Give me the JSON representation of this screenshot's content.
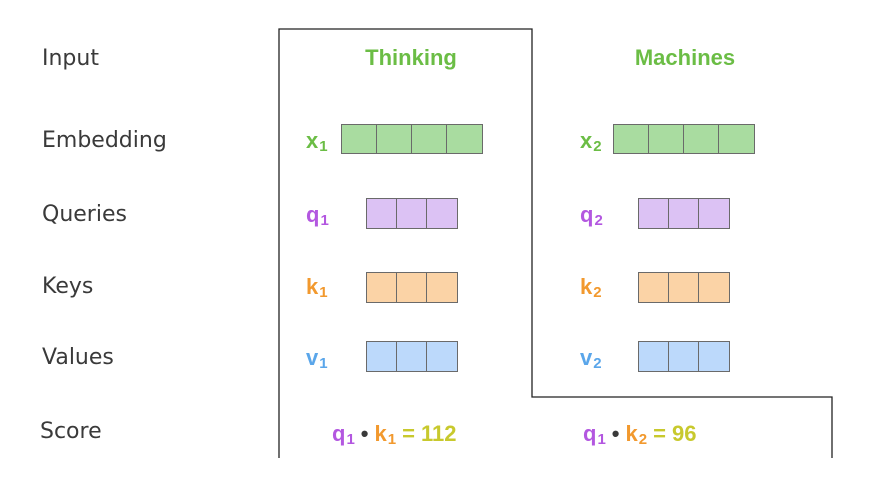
{
  "rows": {
    "input": "Input",
    "embedding": "Embedding",
    "queries": "Queries",
    "keys": "Keys",
    "values": "Values",
    "score": "Score"
  },
  "words": [
    "Thinking",
    "Machines"
  ],
  "vector_labels": {
    "x": "x",
    "q": "q",
    "k": "k",
    "v": "v",
    "sub1": "1",
    "sub2": "2"
  },
  "scores": [
    {
      "q": "q",
      "q_sub": "1",
      "dot": "•",
      "k": "k",
      "k_sub": "1",
      "eq": "=",
      "value": "112"
    },
    {
      "q": "q",
      "q_sub": "1",
      "dot": "•",
      "k": "k",
      "k_sub": "2",
      "eq": "=",
      "value": "96"
    }
  ],
  "colors": {
    "word": "#6bbd45",
    "embedding": "#a9dca0",
    "embedding_label": "#6bbd45",
    "query": "#dcc2f4",
    "query_label": "#b357e0",
    "key": "#fbd3a6",
    "key_label": "#f2992e",
    "value": "#bcd9fb",
    "value_label": "#5aa6ea",
    "score_value": "#c8c92d"
  }
}
